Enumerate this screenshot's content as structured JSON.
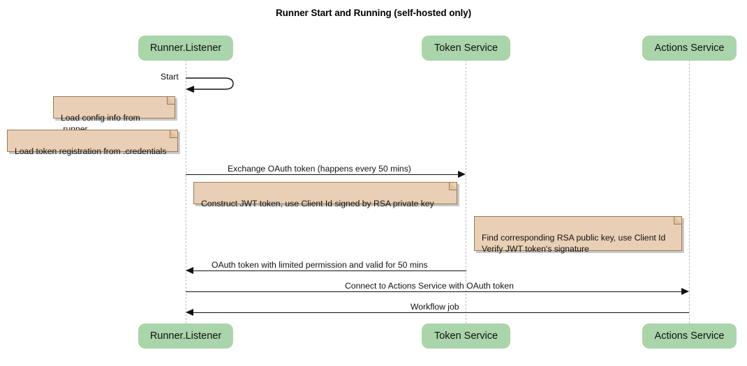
{
  "title": "Runner Start and Running (self-hosted only)",
  "colors": {
    "participant_fill": "#aad5aa",
    "note_fill": "#e9cfb5",
    "note_border": "#9a7a52",
    "lifeline": "#bfbfbf",
    "message": "#111111",
    "background": "#ffffff"
  },
  "participants": [
    {
      "id": "runner",
      "label": "Runner.Listener"
    },
    {
      "id": "token",
      "label": "Token Service"
    },
    {
      "id": "actions",
      "label": "Actions Service"
    }
  ],
  "notes": [
    {
      "id": "note-load-config",
      "text": "Load config info from .runner"
    },
    {
      "id": "note-load-token-registration",
      "text": "Load token registration from .credentials"
    },
    {
      "id": "note-construct-jwt",
      "text": "Construct JWT token, use Client Id signed by RSA private key"
    },
    {
      "id": "note-verify-jwt",
      "text": "Find corresponding RSA public key, use Client Id\nVerify JWT token's signature"
    }
  ],
  "messages": [
    {
      "id": "msg-start",
      "label": "Start",
      "from": "runner",
      "to": "runner",
      "direction": "self"
    },
    {
      "id": "msg-exchange-oauth-token",
      "label": "Exchange OAuth token (happens every 50 mins)",
      "from": "runner",
      "to": "token",
      "direction": "right"
    },
    {
      "id": "msg-oauth-token-response",
      "label": "OAuth token with limited permission and valid for 50 mins",
      "from": "token",
      "to": "runner",
      "direction": "left"
    },
    {
      "id": "msg-connect-actions-service",
      "label": "Connect to Actions Service with OAuth token",
      "from": "runner",
      "to": "actions",
      "direction": "right"
    },
    {
      "id": "msg-workflow-job",
      "label": "Workflow job",
      "from": "actions",
      "to": "runner",
      "direction": "left"
    }
  ]
}
